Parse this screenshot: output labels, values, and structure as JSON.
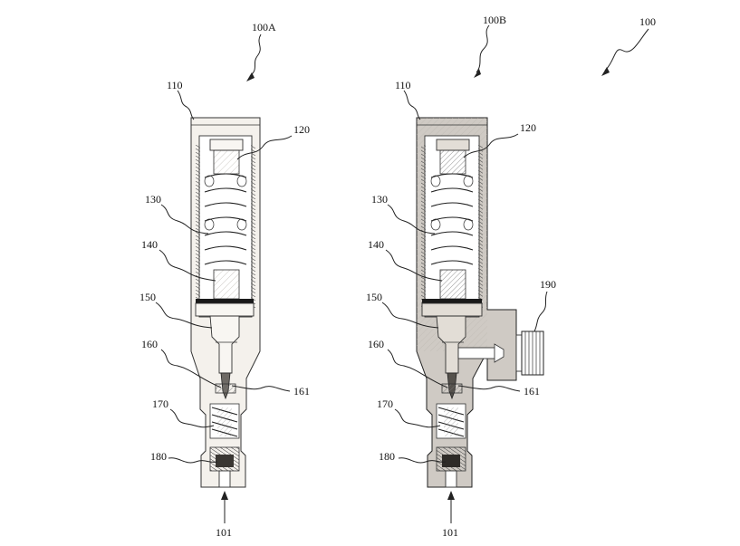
{
  "figure": {
    "labels": {
      "ref_100": "100",
      "ref_100A": "100A",
      "ref_100B": "100B",
      "ref_101": "101",
      "ref_110": "110",
      "ref_120": "120",
      "ref_130": "130",
      "ref_140": "140",
      "ref_150": "150",
      "ref_160": "160",
      "ref_161": "161",
      "ref_170": "170",
      "ref_180": "180",
      "ref_190": "190"
    }
  }
}
